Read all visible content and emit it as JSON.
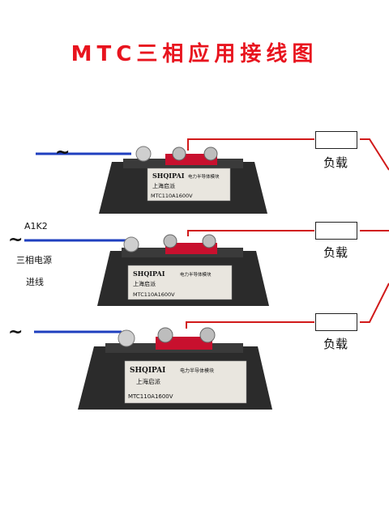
{
  "title": "MTC三相应用接线图",
  "input": {
    "tilde": "~",
    "a1k2": "A1K2",
    "source_line1": "三相电源",
    "source_line2": "进线"
  },
  "loads": [
    "负载",
    "负载",
    "负载"
  ],
  "module": {
    "brand": "SHQIPAI",
    "brand_cn": "上海启派",
    "desc": "电力半导体模块",
    "model": "MTC110A1600V"
  },
  "colors": {
    "title": "#e8141e",
    "input_wire": "#1f3fbf",
    "output_wire": "#d11a1a"
  }
}
